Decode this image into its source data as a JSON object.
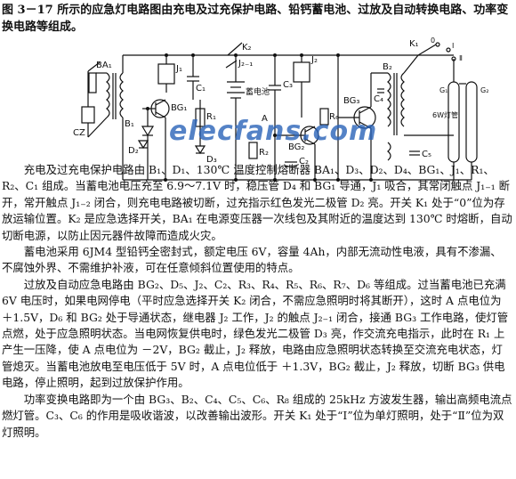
{
  "intro": "图 3－17 所示的应急灯电路图由充电及过充保护电路、铅钙蓄电池、过放及自动转换电路、功率变换电路等组成。",
  "figure": {
    "labels": {
      "ba1": "BA₁",
      "cz": "CZ",
      "b1": "B₁",
      "j1": "J₁",
      "r1": "R₁",
      "c1": "C₁",
      "bg1": "BG₁",
      "d2": "D₂",
      "d3": "D₃",
      "k2": "K₂",
      "j21": "J₂₋₁",
      "battery": "蓄电池",
      "a_point": "A",
      "c3": "C₃",
      "r2": "R₂",
      "j2": "J₂",
      "r6": "R₆",
      "c2": "C₂",
      "bg2": "BG₂",
      "bg3": "BG₃",
      "b2": "B₂",
      "c5": "C₅",
      "c4": "C₄",
      "k1": "K₁",
      "k1_pos0": "0",
      "k1_pos1": "Ⅰ",
      "k1_pos2": "Ⅱ",
      "lamp": "6W灯管",
      "g1": "G₁",
      "g2": "G₂"
    },
    "watermark": "elecfans.com"
  },
  "paragraphs": [
    "充电及过充电保护电路由 B₁、D₁、130℃ 温度控制熔断器 BA₁、D₃、D₂、D₄、BG₁、J₁、R₁、R₂、C₁ 组成。当蓄电池电压充至 6.9～7.1V 时，稳压管 D₄ 和 BG₁ 导通，J₁ 吸合，其常闭触点 J₁₋₁ 断开，常开触点 J₁₋₂ 闭合，则充电电路被切断，过充指示红色发光二极管 D₂ 亮。开关 K₁ 处于“0”位为存放运输位置。K₂ 是应急选择开关，BA₁ 在电源变压器一次线包及其附近的温度达到 130℃ 时熔断，自动切断电源，以防止因元器件故障而造成火灾。",
    "蓄电池采用 6JM4 型铅钙全密封式，额定电压 6V，容量 4Ah，内部无流动性电液，具有不渗漏、不腐蚀外界、不需维护补液，可在任意倾斜位置使用的特点。",
    "过放及自动应急电路由 BG₂、D₅、J₂、C₂、R₃、R₄、R₅、R₆、R₇、D₆ 等组成。过当蓄电池已充满 6V 电压时，如果电网停电（平时应急选择开关 K₂ 闭合，不需应急照明时将其断开），这时 A 点电位为 ＋1.5V，D₆ 和 BG₂ 处于导通状态，继电器 J₂ 工作，J₂ 的触点 J₂₋₁ 闭合，接通 BG₃ 工作电路，使灯管点燃，处于应急照明状态。当电网恢复供电时，绿色发光二极管 D₃ 亮，作交流充电指示，此时在 R₁ 上产生一压降，使 A 点电位为 －2V，BG₂ 截止，J₂ 释放，电路由应急照明状态转换至交流充电状态，灯管熄灭。当蓄电池放电至电压低于 5V 时，A 点电位低于 ＋1.3V，BG₂ 截止，J₂ 释放，切断 BG₃ 供电电路，停止照明，起到过放保护作用。",
    "功率变换电路即为一个由 BG₃、B₂、C₄、C₅、C₆、R₈ 组成的 25kHz 方波发生器，输出高频电流点燃灯管。C₃、C₆ 的作用是吸收谐波，以改善输出波形。开关 K₁ 处于“Ⅰ”位为单灯照明，处于“Ⅱ”位为双灯照明。"
  ]
}
